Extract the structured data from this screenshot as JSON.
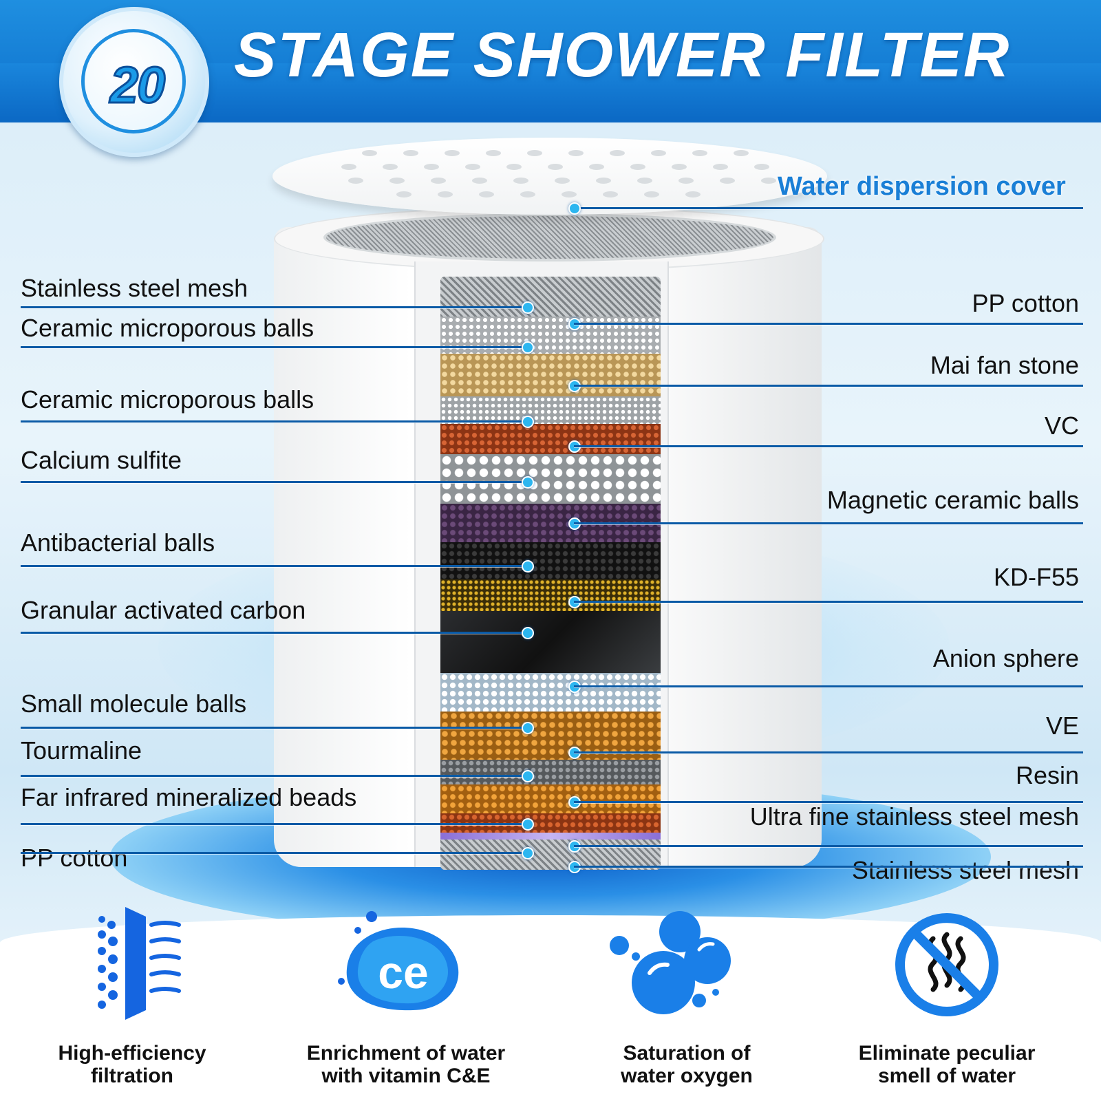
{
  "header": {
    "badge_number": "20",
    "title": "STAGE SHOWER FILTER"
  },
  "cover_label": "Water dispersion cover",
  "left_labels": [
    "Stainless steel mesh",
    "Ceramic microporous balls",
    "Ceramic microporous balls",
    "Calcium sulfite",
    "Antibacterial balls",
    "Granular activated carbon",
    "Small molecule balls",
    "Tourmaline",
    "Far infrared mineralized beads",
    "PP cotton"
  ],
  "right_labels": [
    "PP cotton",
    "Mai fan stone",
    "VC",
    "Magnetic ceramic balls",
    "KD-F55",
    "Anion sphere",
    "VE",
    "Resin",
    "Ultra fine stainless steel mesh",
    "Stainless steel mesh"
  ],
  "features": [
    {
      "icon": "filtration-icon",
      "line1": "High-efficiency",
      "line2": "filtration"
    },
    {
      "icon": "vitamin-ce-icon",
      "line1": "Enrichment of water",
      "line2": "with vitamin C&E"
    },
    {
      "icon": "oxygen-bubbles-icon",
      "line1": "Saturation of",
      "line2": "water oxygen"
    },
    {
      "icon": "no-odor-icon",
      "line1": "Eliminate peculiar",
      "line2": "smell of water"
    }
  ],
  "colors": {
    "brand_blue": "#1a7fd6",
    "banner_blue": "#0d6fcb",
    "icon_blue": "#1565e0",
    "leader_line": "#0a5aa6"
  }
}
